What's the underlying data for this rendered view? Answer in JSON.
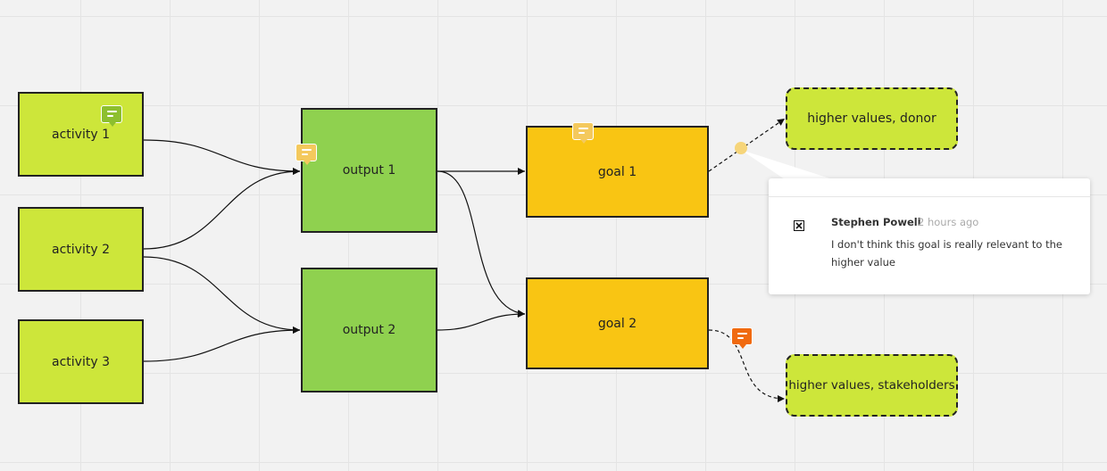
{
  "nodes": {
    "activity1": "activity 1",
    "activity2": "activity 2",
    "activity3": "activity 3",
    "output1": "output 1",
    "output2": "output 2",
    "goal1": "goal 1",
    "goal2": "goal 2",
    "higher_donor": "higher values, donor",
    "higher_stakeholders": "higher values, stakeholders"
  },
  "comment": {
    "author": "Stephen Powell",
    "time": "2 hours ago",
    "text": "I don't think this goal is really relevant to the higher value"
  },
  "icons": {
    "comment_icon": "speech-bubble",
    "close_icon": "close-box"
  },
  "colors": {
    "activity": "#cde63a",
    "output": "#8fd14f",
    "goal": "#f9c513",
    "comment_green": "#8dbf2e",
    "comment_yellow": "#f4c95d",
    "comment_orange": "#f06a10"
  }
}
